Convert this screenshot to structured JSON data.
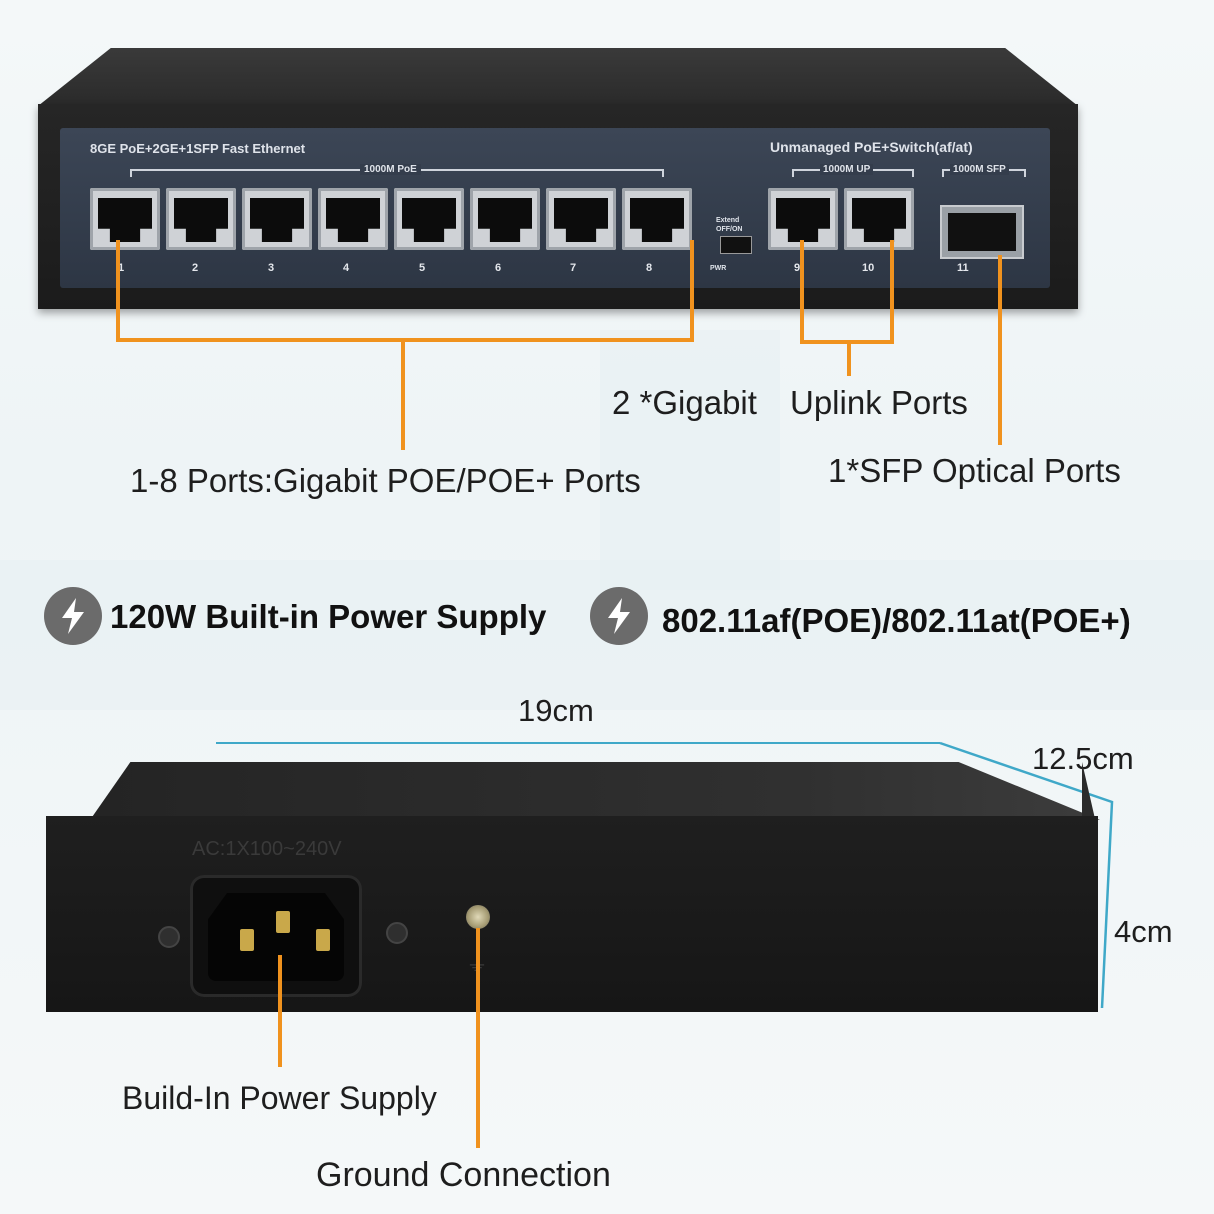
{
  "front_panel": {
    "left_title": "8GE PoE+2GE+1SFP Fast Ethernet",
    "right_title": "Unmanaged PoE+Switch(af/at)",
    "poe_group": "1000M PoE",
    "uplink_group": "1000M UP",
    "sfp_group": "1000M SFP",
    "extend_label": "Extend OFF/ON",
    "pwr_label": "PWR",
    "port_numbers": [
      "1",
      "2",
      "3",
      "4",
      "5",
      "6",
      "7",
      "8",
      "9",
      "10",
      "11"
    ]
  },
  "callouts": {
    "uplink_a": "2 *Gigabit",
    "uplink_b": "Uplink Ports",
    "sfp": "1*SFP Optical Ports",
    "poe_ports": "1-8 Ports:Gigabit POE/POE+ Ports"
  },
  "features": [
    {
      "icon": "lightning-bolt-icon",
      "text": "120W Built-in Power Supply"
    },
    {
      "icon": "lightning-bolt-icon",
      "text": "802.11af(POE)/802.11at(POE+)"
    }
  ],
  "dimensions": {
    "width": "19cm",
    "depth": "12.5cm",
    "height": "4cm"
  },
  "back_panel": {
    "embossed": "AC:1X100~240V",
    "power_label": "Build-In Power Supply",
    "ground_label": "Ground Connection"
  },
  "colors": {
    "leader": "#f0921e",
    "dimension_line": "#3fa8c8",
    "panel": "#343d4c"
  }
}
